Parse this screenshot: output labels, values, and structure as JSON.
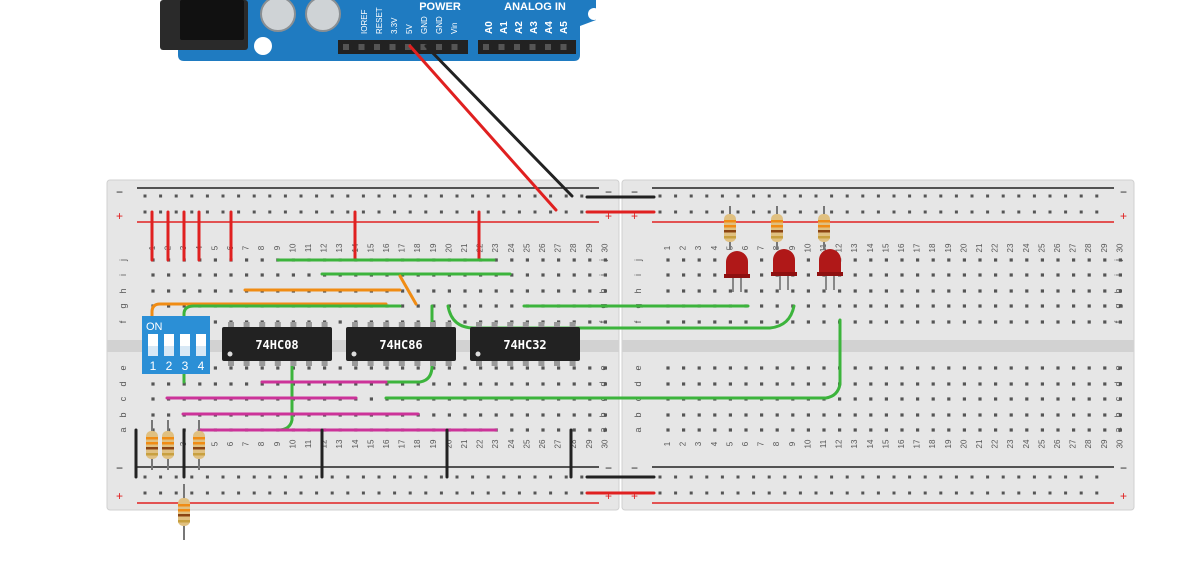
{
  "arduino": {
    "power_header": "POWER",
    "analog_header": "ANALOG IN",
    "power_pins": [
      "IOREF",
      "RESET",
      "3.3V",
      "5V",
      "GND",
      "GND",
      "Vin"
    ],
    "analog_pins": [
      "A0",
      "A1",
      "A2",
      "A3",
      "A4",
      "A5"
    ]
  },
  "breadboard": {
    "rail_minus": "−",
    "rail_plus": "+",
    "rows_top": [
      "j",
      "i",
      "h",
      "g",
      "f"
    ],
    "rows_bottom": [
      "e",
      "d",
      "c",
      "b",
      "a"
    ],
    "columns": [
      "1",
      "2",
      "3",
      "4",
      "5",
      "6",
      "7",
      "8",
      "9",
      "10",
      "11",
      "12",
      "13",
      "14",
      "15",
      "16",
      "17",
      "18",
      "19",
      "20",
      "21",
      "22",
      "23",
      "24",
      "25",
      "26",
      "27",
      "28",
      "29",
      "30"
    ]
  },
  "dip_switch": {
    "label": "ON",
    "numbers": [
      "1",
      "2",
      "3",
      "4"
    ]
  },
  "chips": [
    {
      "label": "74HC08"
    },
    {
      "label": "74HC86"
    },
    {
      "label": "74HC32"
    }
  ],
  "colors": {
    "board": "#e6e6e6",
    "arduino_blue": "#1f7bc1",
    "dip_blue": "#2b8fd6",
    "wire_red": "#e02020",
    "wire_black": "#222222",
    "wire_green": "#3cb43c",
    "wire_orange": "#f08c14",
    "wire_magenta": "#cc3399",
    "led_red": "#b01818"
  }
}
